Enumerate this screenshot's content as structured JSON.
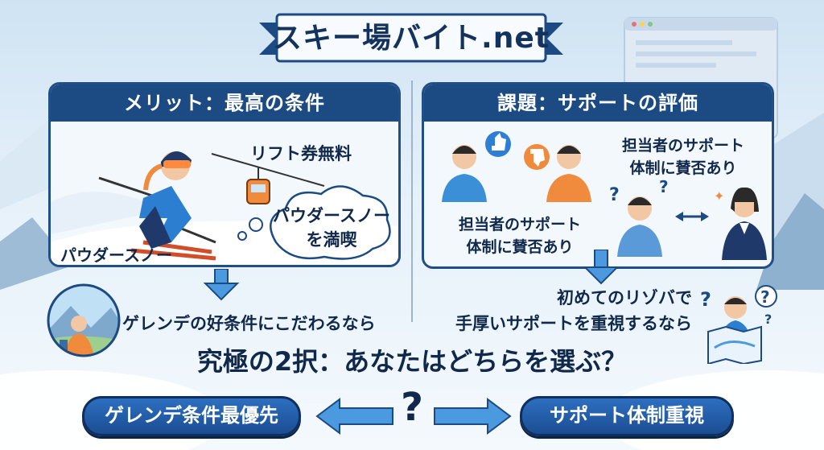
{
  "title": "スキー場バイト.net",
  "left_panel": {
    "header": "メリット：最高の条件",
    "lift_label": "リフト券無料",
    "bubble_text": "パウダースノー\nを満喫",
    "skier_label": "パウダースノー",
    "conclusion": "ゲレンデの好条件にこだわるなら"
  },
  "right_panel": {
    "header": "課題：サポートの評価",
    "opinion_label": "担当者のサポート\n体制に賛否あり",
    "staff_label": "担当者のサポート\n体制に賛否あり",
    "conclusion": "初めてのリゾバで\n手厚いサポートを重視するなら"
  },
  "question": "究極の2択：あなたはどちらを選ぶ？",
  "choices": {
    "left": "ゲレンデ条件最優先",
    "center": "?",
    "right": "サポート体制重視"
  },
  "colors": {
    "navy": "#1c4a82",
    "accent_blue": "#2d6fc0",
    "arrow_blue": "#4b9ae0",
    "bg": "#e6f1fa"
  },
  "icons": [
    "skier-icon",
    "gondola-icon",
    "thumbs-up-icon",
    "thumbs-down-icon",
    "question-mark-icon",
    "map-icon",
    "window-icon"
  ]
}
